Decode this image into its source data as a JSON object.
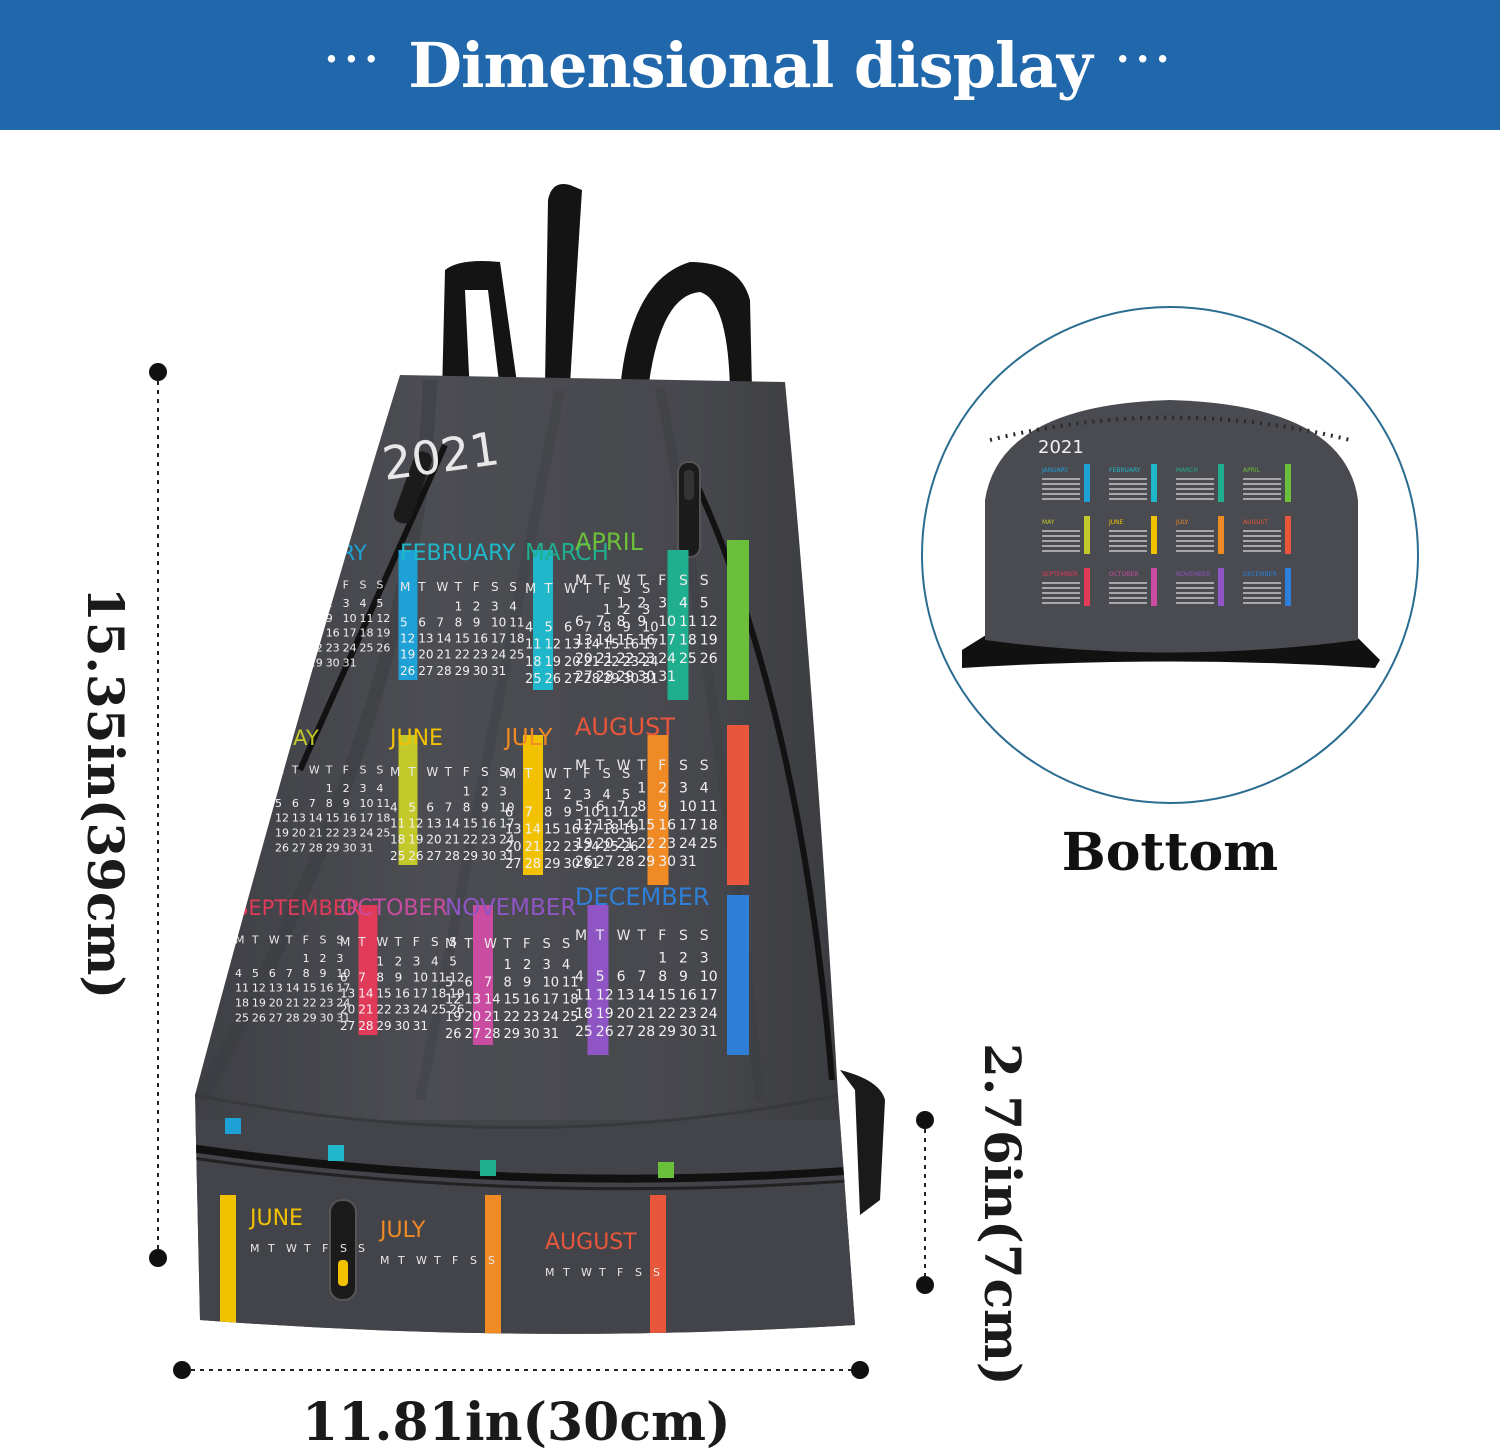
{
  "header": {
    "title": "Dimensional display",
    "dots_left": "···",
    "dots_right": "···"
  },
  "dimensions": {
    "height": "15.35in(39cm)",
    "width": "11.81in(30cm)",
    "bottom_depth": "2.76in(7cm)"
  },
  "inset": {
    "label": "Bottom",
    "year": "2021"
  },
  "calendar": {
    "year": "2021",
    "months": [
      "JANUARY",
      "FEBRUARY",
      "MARCH",
      "APRIL",
      "MAY",
      "JUNE",
      "JULY",
      "AUGUST",
      "SEPTEMBER",
      "OCTOBER",
      "NOVEMBER",
      "DECEMBER"
    ],
    "visible_main": [
      "JANUARY",
      "FEBRUARY",
      "MARCH",
      "APRIL",
      "MAY",
      "JUNE",
      "JULY",
      "AUGUST",
      "SEPTEMBER",
      "OCTOBER",
      "NOVEMBER",
      "DECEMBER"
    ],
    "bottom_strip": [
      "JUNE",
      "JULY",
      "AUGUST"
    ],
    "weekdays": [
      "M",
      "T",
      "W",
      "T",
      "F",
      "S",
      "S"
    ]
  },
  "colors": {
    "header_bg": "#2167ab",
    "bag": "#4a4b50",
    "bag_dark": "#3b3c40",
    "strap": "#141414",
    "month_colors": [
      "#1da1d6",
      "#1fb7c9",
      "#1fae8e",
      "#6cbf3a",
      "#c3c92a",
      "#f2c200",
      "#f08a24",
      "#e8573b",
      "#e23a59",
      "#c94ca1",
      "#8f55c4",
      "#2f7fd8"
    ],
    "circle_stroke": "#2b6d91"
  }
}
